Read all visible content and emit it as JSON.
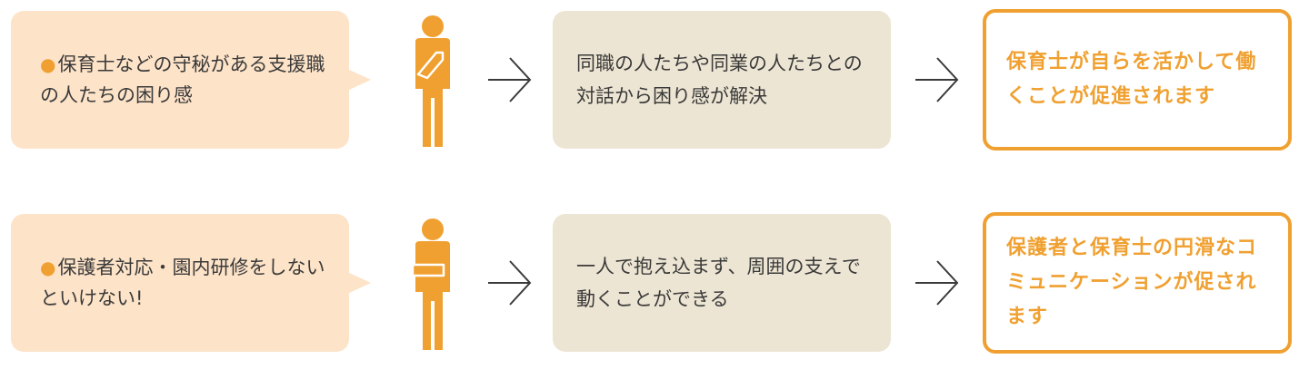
{
  "colors": {
    "accent": "#f0a030",
    "bubble_bg": "#fde3c8",
    "middle_bg": "#ede5d3",
    "text": "#3a3a3a"
  },
  "rows": [
    {
      "bullet": "●",
      "issue": "保育士などの守秘がある支援職の人たちの困り感",
      "person_icon": "person-hand-on-chest-icon",
      "arrow_icon": "chevron-right-arrow-icon",
      "middle": "同職の人たちや同業の人たちとの対話から困り感が解決",
      "result": "保育士が自らを活かして働くことが促進されます"
    },
    {
      "bullet": "●",
      "issue": "保護者対応・園内研修をしないといけない!",
      "person_icon": "person-arm-across-icon",
      "arrow_icon": "chevron-right-arrow-icon",
      "middle": "一人で抱え込まず、周囲の支えで動くことができる",
      "result": "保護者と保育士の円滑なコミュニケーションが促されます"
    }
  ]
}
